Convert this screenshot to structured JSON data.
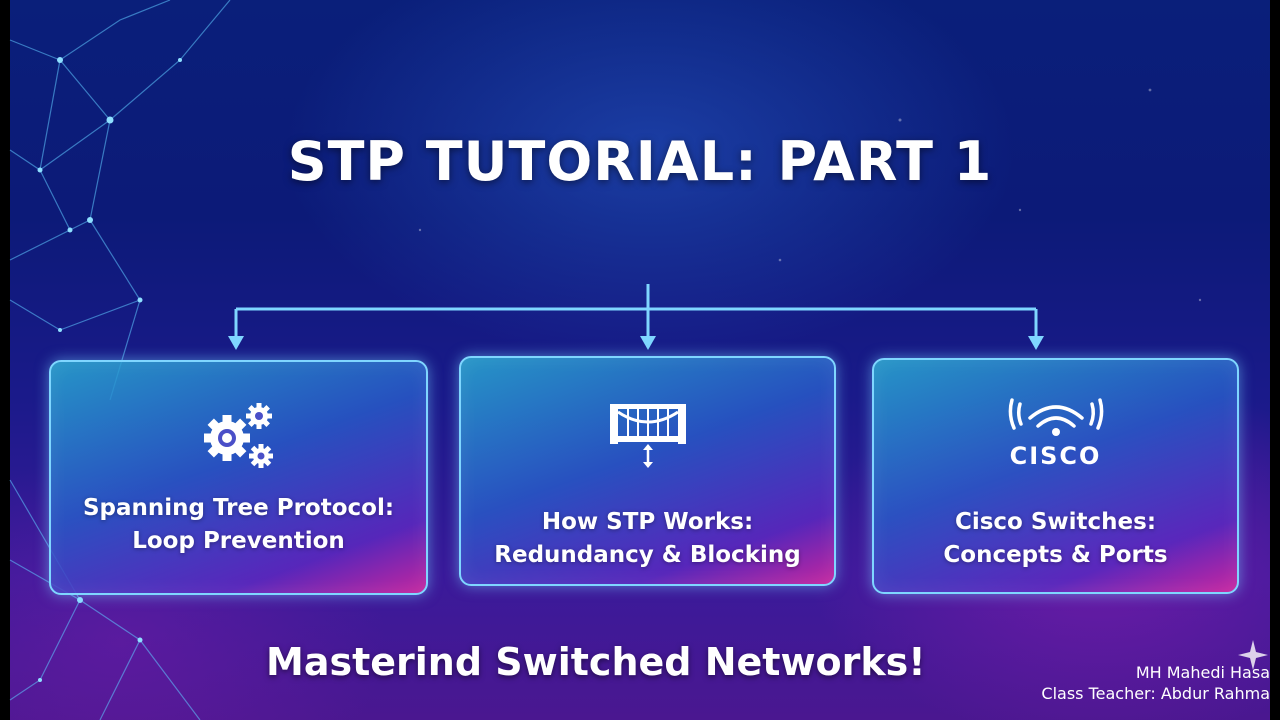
{
  "slide": {
    "title": "STP TUTORIAL: PART 1",
    "subtitle": "Masterind Switched Networks!",
    "credits": {
      "line1": "MH Mahedi Hasa",
      "line2": "Class Teacher: Abdur Rahma"
    }
  },
  "cards": [
    {
      "icon": "gears-icon",
      "line1": "Spanning Tree Protocol:",
      "line2": "Loop Prevention"
    },
    {
      "icon": "bridge-icon",
      "line1": "How STP Works:",
      "line2": "Redundancy & Blocking"
    },
    {
      "icon": "wireless-signal-icon",
      "logo_text": "CISCO",
      "line1": "Cisco Switches:",
      "line2": "Concepts & Ports"
    }
  ],
  "colors": {
    "accent": "#7fd6ff",
    "text": "#ffffff",
    "background_top": "#0a1f7a",
    "background_bottom": "#4a1790",
    "highlight_pink": "#dc28a0"
  }
}
